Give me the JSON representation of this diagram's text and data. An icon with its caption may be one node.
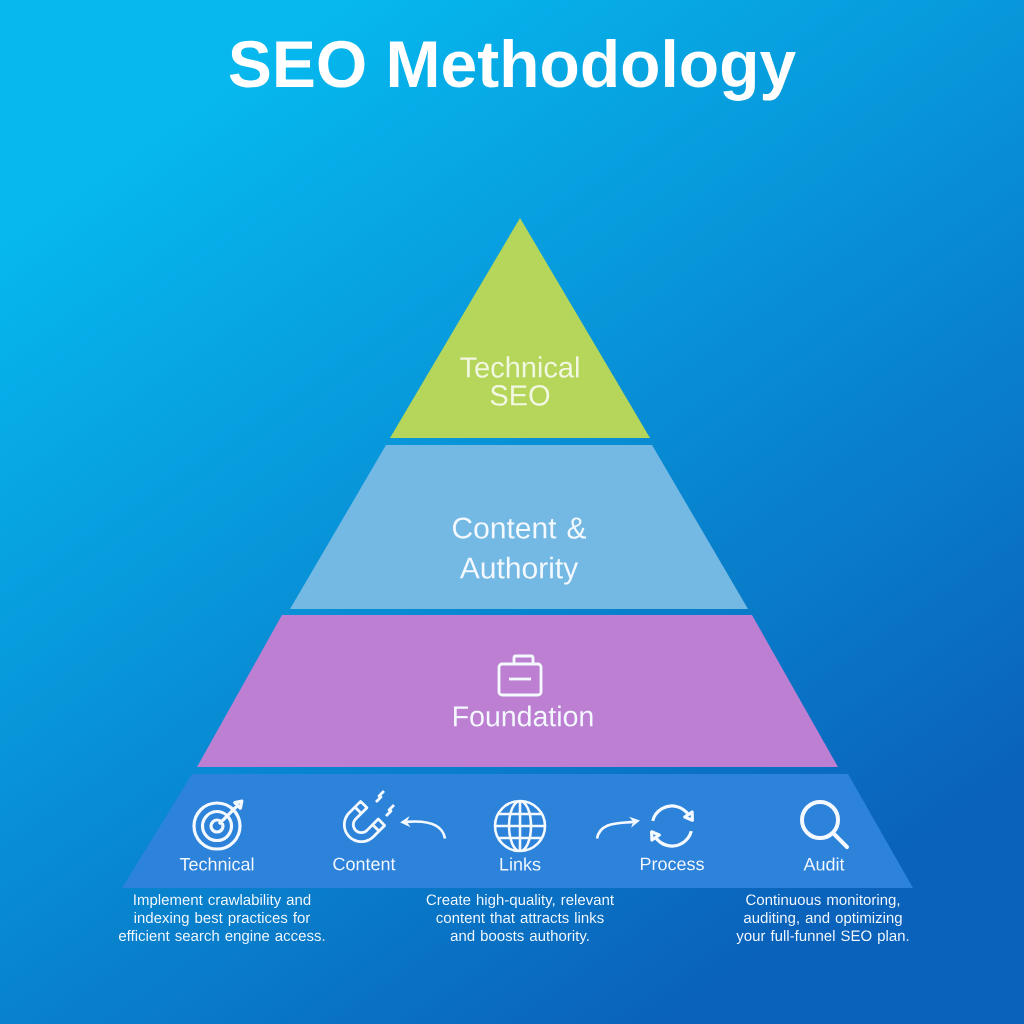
{
  "diagram": {
    "title": "SEO Methodology",
    "nodes": [
      {
        "text": [
          "Technical SEO"
        ]
      },
      {
        "text": [
          "Content & Authority"
        ]
      },
      {
        "text": [
          "Foundation"
        ]
      },
      {
        "text": [],
        "shape": "trapezoid"
      },
      {
        "text": [
          "Technical"
        ],
        "in": 3
      },
      {
        "text": [
          "Content"
        ],
        "in": 3
      },
      {
        "text": [
          "Links"
        ],
        "in": 3
      },
      {
        "text": [
          "Process"
        ],
        "in": 3
      },
      {
        "text": [
          "Audit"
        ],
        "in": 3
      }
    ],
    "edges": [
      {
        "from": null,
        "to": 5,
        "arrow": "to"
      },
      {
        "from": null,
        "to": 7,
        "arrow": "to"
      }
    ],
    "labels": [
      "Implement crawlability and indexing best practices for efficient search engine access.",
      "Create high-quality, relevant content that attracts links and boosts authority.",
      "Continuous monitoring, auditing, and optimizing your full-funnel SEO plan."
    ]
  }
}
